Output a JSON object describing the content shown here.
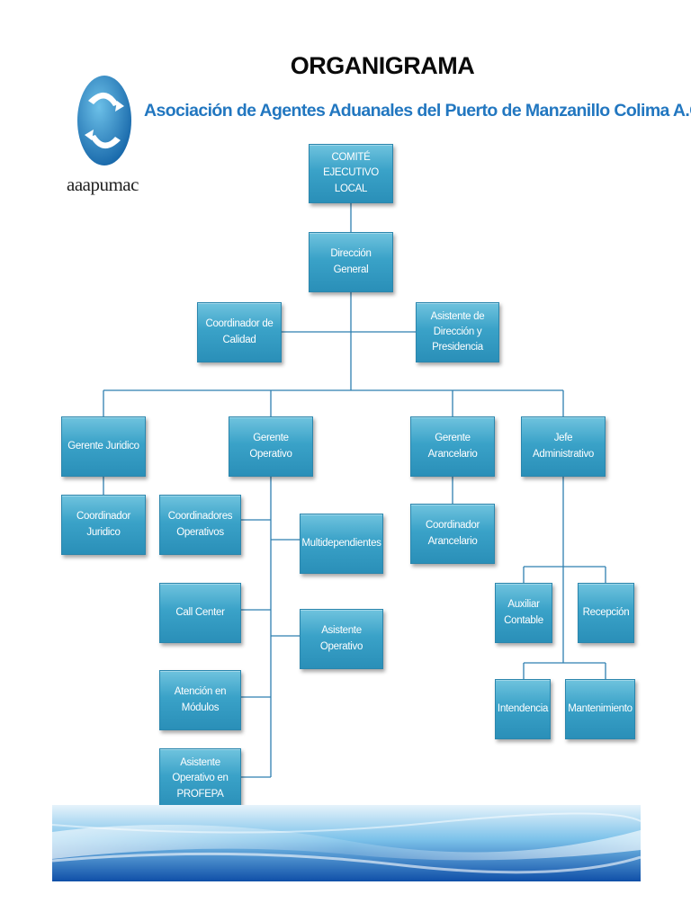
{
  "header": {
    "title": "ORGANIGRAMA",
    "subtitle": "Asociación de Agentes Aduanales del Puerto de Manzanillo Colima A.C.",
    "logo_text": "aaapumac"
  },
  "colors": {
    "box_fill": "#3aa2c8",
    "box_text": "#ffffff",
    "connector": "#2f7fb0",
    "subtitle": "#2277c0"
  },
  "nodes": {
    "comite": "COMITÉ EJECUTIVO\nLOCAL",
    "direccion": "Dirección General",
    "coord_calidad": "Coordinador de\nCalidad",
    "asistente_direccion": "Asistente de\nDirección y\nPresidencia",
    "gerente_juridico": "Gerente Juridico",
    "gerente_operativo": "Gerente Operativo",
    "gerente_arancelario": "Gerente\nArancelario",
    "jefe_administrativo": "Jefe Administrativo",
    "coord_juridico": "Coordinador\nJuridico",
    "coordinadores_operativos": "Coordinadores\nOperativos",
    "multidependientes": "Multidependientes",
    "call_center": "Call Center",
    "asistente_operativo": "Asistente\nOperativo",
    "atencion_modulos": "Atención en\nMódulos",
    "asistente_profepa": "Asistente\nOperativo en\nPROFEPA",
    "coord_arancelario": "Coordinador\nArancelario",
    "auxiliar_contable": "Auxiliar\nContable",
    "recepcion": "Recepción",
    "intendencia": "Intendencia",
    "mantenimiento": "Mantenimiento"
  }
}
